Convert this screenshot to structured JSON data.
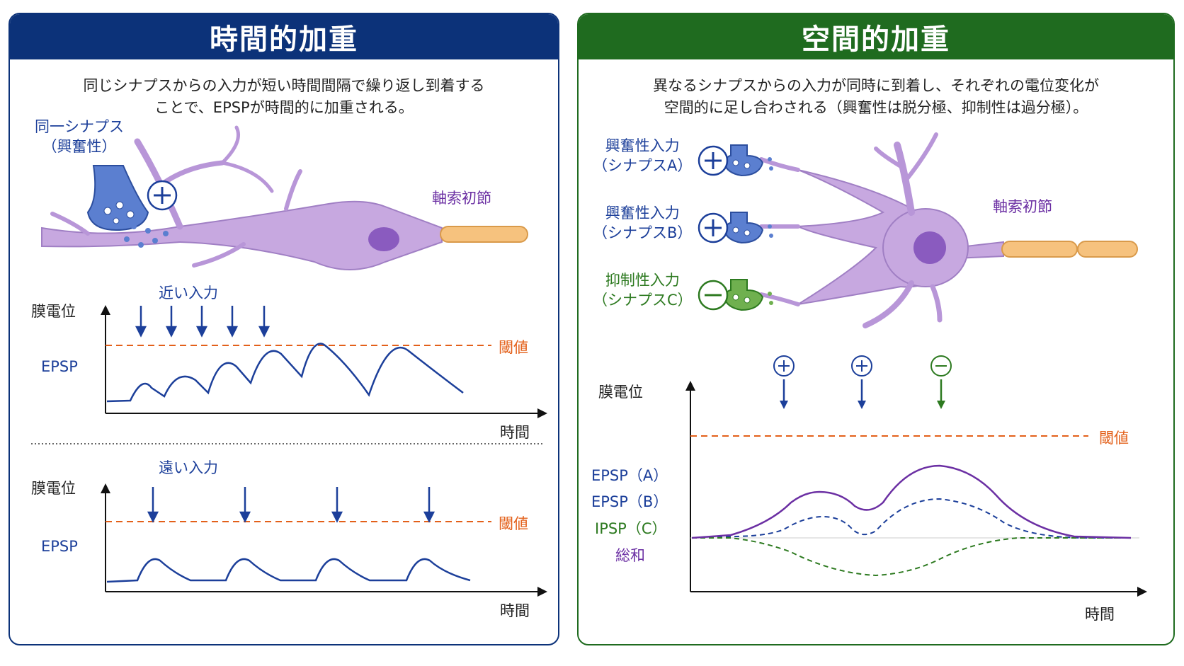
{
  "temporal": {
    "title": "時間的加重",
    "description": [
      "同じシナプスからの入力が短い時間間隔で繰り返し到着する",
      "ことで、EPSPが時間的に加重される。"
    ],
    "synapse_label": [
      "同一シナプス",
      "（興奮性）"
    ],
    "axon_label": "軸索初節",
    "close_input_label": "近い入力",
    "far_input_label": "遠い入力",
    "y_axis_label": "膜電位",
    "x_axis_label": "時間",
    "threshold_label": "閾値",
    "trace_label": "EPSP"
  },
  "spatial": {
    "title": "空間的加重",
    "description": [
      "異なるシナプスからの入力が同時に到着し、それぞれの電位変化が",
      "空間的に足し合わされる（興奮性は脱分極、抑制性は過分極）。"
    ],
    "inputs": [
      {
        "label": [
          "興奮性入力",
          "（シナプスA）"
        ],
        "sign": "+"
      },
      {
        "label": [
          "興奮性入力",
          "（シナプスB）"
        ],
        "sign": "+"
      },
      {
        "label": [
          "抑制性入力",
          "（シナプスC）"
        ],
        "sign": "−"
      }
    ],
    "axon_label": "軸索初節",
    "y_axis_label": "膜電位",
    "x_axis_label": "時間",
    "threshold_label": "閾値",
    "legend": [
      "EPSP（A）",
      "EPSP（B）",
      "IPSP（C）",
      "総和"
    ],
    "input_markers": [
      "+",
      "+",
      "−"
    ]
  },
  "colors": {
    "temporal_header": "#0c3279",
    "spatial_header": "#1f6b1f",
    "neuron": "#c7a8e0",
    "axon": "#f6c27e",
    "threshold": "#e3601a",
    "excitatory": "#1c3f9a",
    "inhibitory": "#2d7a20",
    "sum": "#6b2fa3"
  },
  "icons": [
    "plus-circle-icon",
    "minus-circle-icon",
    "down-arrow-icon"
  ]
}
